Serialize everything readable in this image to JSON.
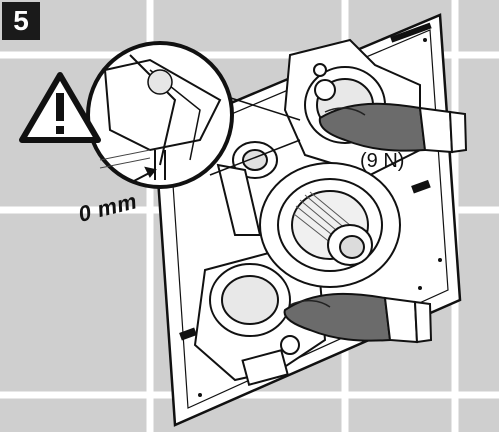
{
  "step": {
    "number": "5"
  },
  "labels": {
    "gap": "0 mm",
    "force": "(9 N)"
  },
  "colors": {
    "wall": "#cfcfcf",
    "grout": "#ffffff",
    "panel": "#ffffff",
    "line": "#111111",
    "glove": "#6b6b6b"
  },
  "icons": {
    "warning": "warning-triangle-icon"
  }
}
